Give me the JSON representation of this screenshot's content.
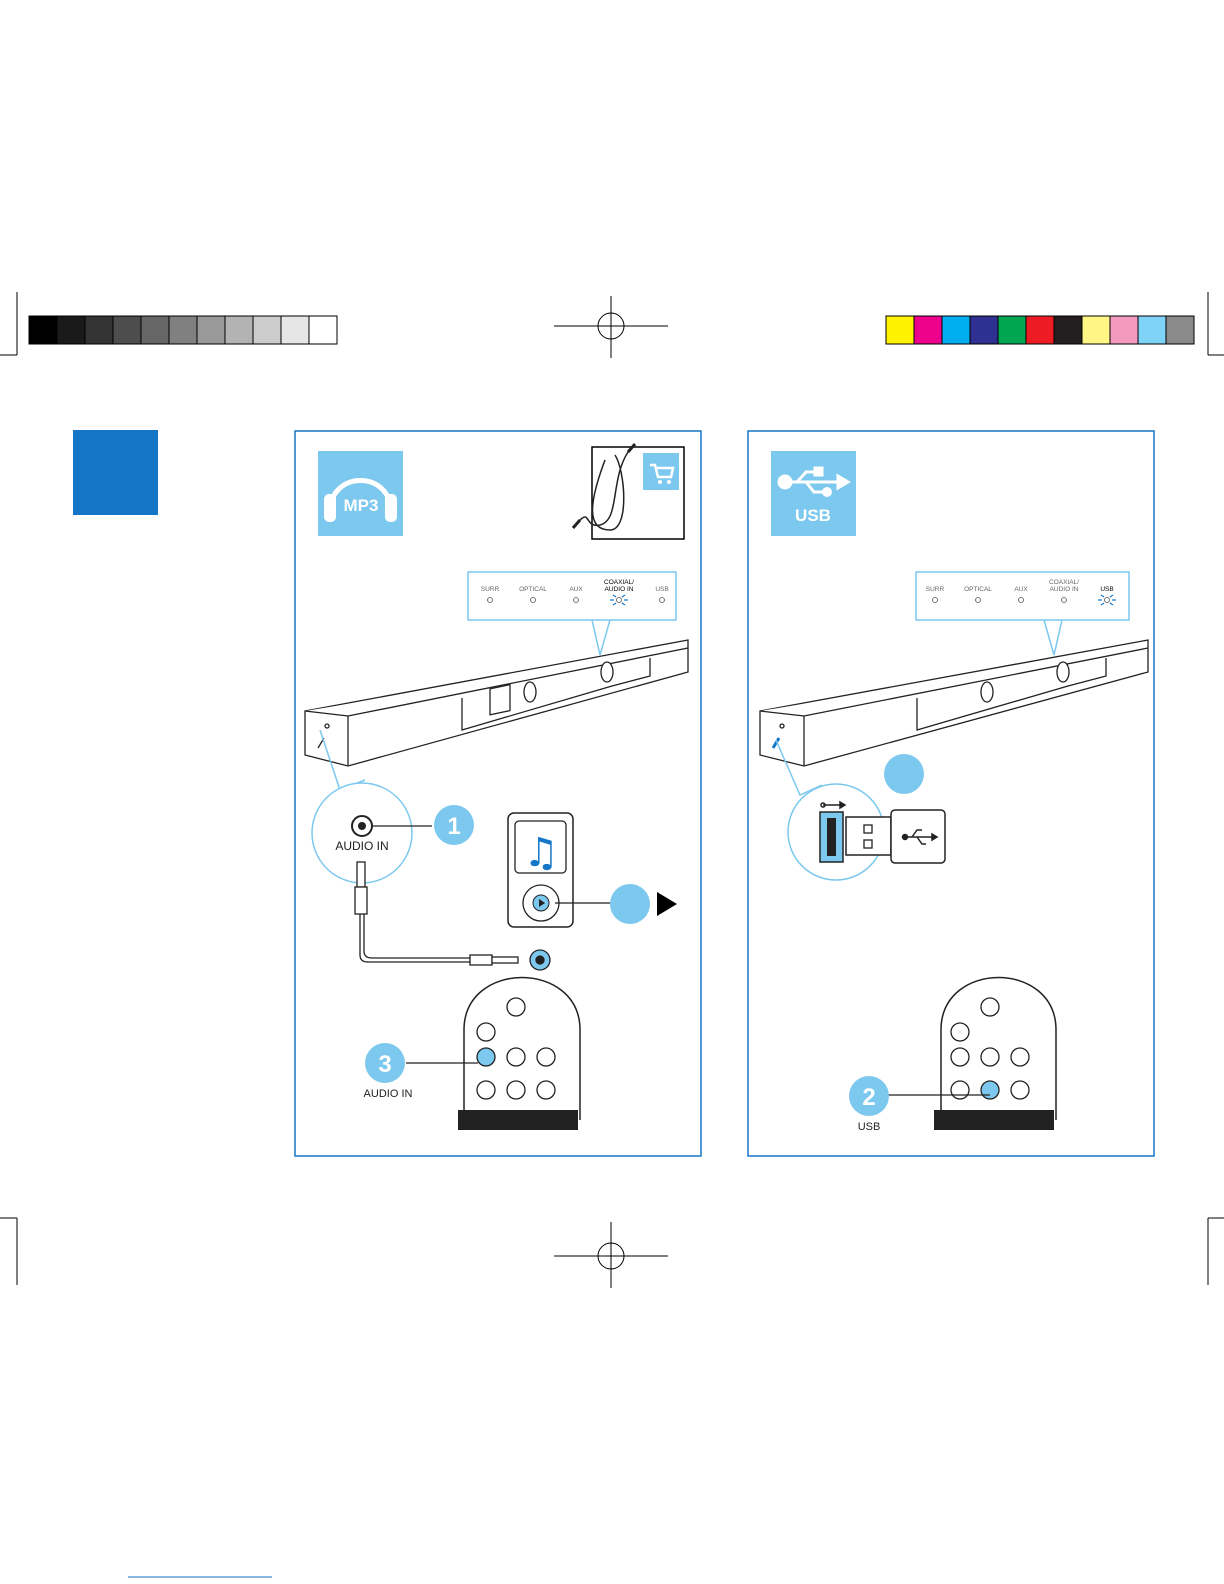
{
  "page": {
    "accent_color": "#1576c8",
    "light_blue": "#7cc8ee",
    "grayscale_bar": [
      "#000000",
      "#1a1a1a",
      "#333333",
      "#4d4d4d",
      "#666666",
      "#808080",
      "#999999",
      "#b3b3b3",
      "#cccccc",
      "#e6e6e6",
      "#ffffff"
    ],
    "color_bar": [
      "#fff200",
      "#ec008c",
      "#00aeef",
      "#2e3192",
      "#00a651",
      "#ed1c24",
      "#231f20",
      "#fff685",
      "#f49ac1",
      "#7fd3f7",
      "#8a8a8a"
    ]
  },
  "panel_left": {
    "header_icon": {
      "name": "headphones-icon",
      "label": "MP3"
    },
    "cable_icon": "audio-cable-icon",
    "cart_icon": "shopping-cart-icon",
    "indicators": [
      "SURR",
      "OPTICAL",
      "AUX",
      "COAXIAL/\nAUDIO IN",
      "USB"
    ],
    "active_indicator": "COAXIAL/\nAUDIO IN",
    "port_label": "AUDIO IN",
    "step1": "1",
    "step3": "3",
    "remote_label": "AUDIO IN",
    "play_icon": "play-icon",
    "music_icon": "music-note-icon"
  },
  "panel_right": {
    "header_icon": {
      "name": "usb-icon",
      "label": "USB"
    },
    "indicators": [
      "SURR",
      "OPTICAL",
      "AUX",
      "COAXIAL/\nAUDIO IN",
      "USB"
    ],
    "active_indicator": "USB",
    "step2": "2",
    "remote_label": "USB"
  }
}
